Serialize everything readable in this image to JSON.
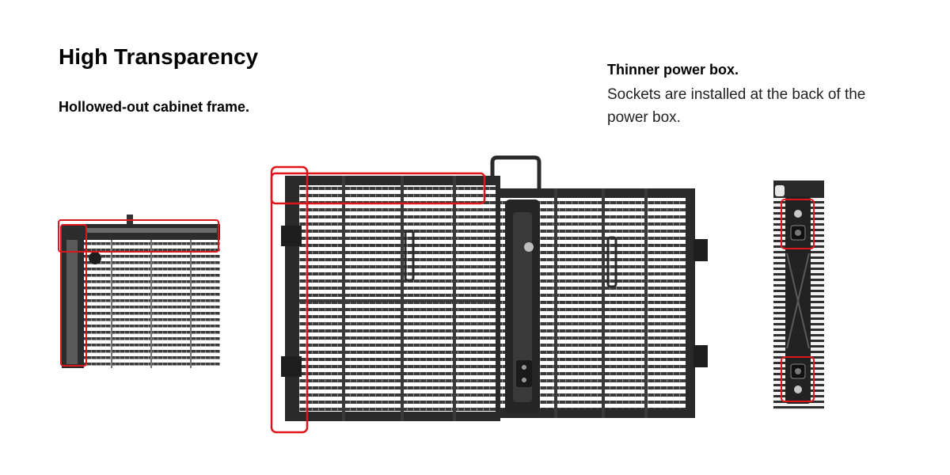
{
  "heading": {
    "title": "High Transparency",
    "frame_caption": "Hollowed-out cabinet frame."
  },
  "power_box": {
    "title": "Thinner power box.",
    "description": "Sockets are installed at the back of the power box."
  },
  "colors": {
    "highlight": "#e0151b",
    "panel_dark": "#2a2a2a",
    "panel_mid": "#555555",
    "background": "#ffffff"
  },
  "images": {
    "corner_detail": "led-cabinet-corner-closeup",
    "main_panel": "transparent-led-cabinet-double-panel",
    "power_box_side": "led-cabinet-power-box-rear"
  }
}
